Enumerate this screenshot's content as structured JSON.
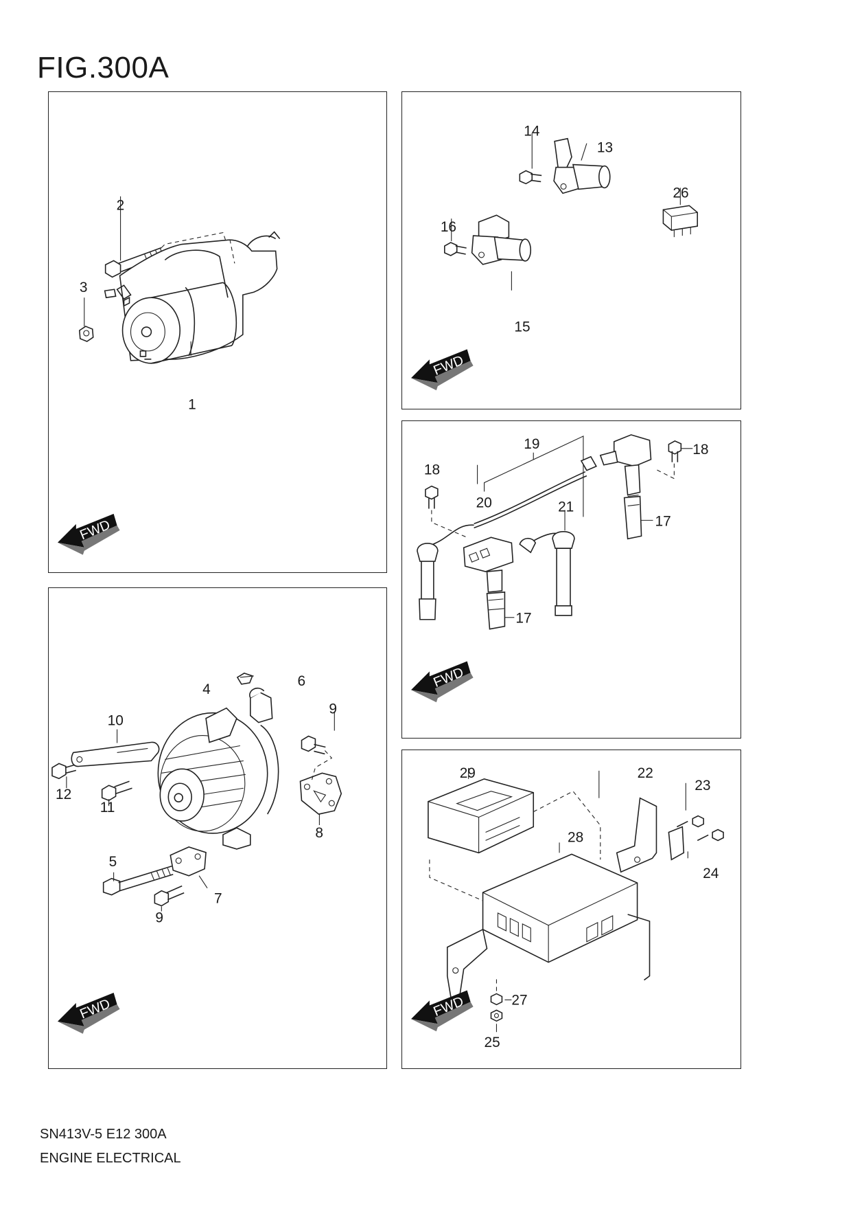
{
  "figure": {
    "title": "FIG.300A"
  },
  "fwd_label": "FWD",
  "callouts": {
    "c1": "1",
    "c2": "2",
    "c3": "3",
    "c4": "4",
    "c5": "5",
    "c6": "6",
    "c7": "7",
    "c8": "8",
    "c9a": "9",
    "c9b": "9",
    "c10": "10",
    "c11": "11",
    "c12": "12",
    "c13": "13",
    "c14": "14",
    "c15": "15",
    "c16": "16",
    "c26": "26",
    "c17a": "17",
    "c17b": "17",
    "c18a": "18",
    "c18b": "18",
    "c19": "19",
    "c20": "20",
    "c21": "21",
    "c22": "22",
    "c23": "23",
    "c24": "24",
    "c25": "25",
    "c27": "27",
    "c28": "28",
    "c29": "29"
  },
  "footer": {
    "code": "SN413V-5 E12 300A",
    "group": "ENGINE ELECTRICAL"
  }
}
